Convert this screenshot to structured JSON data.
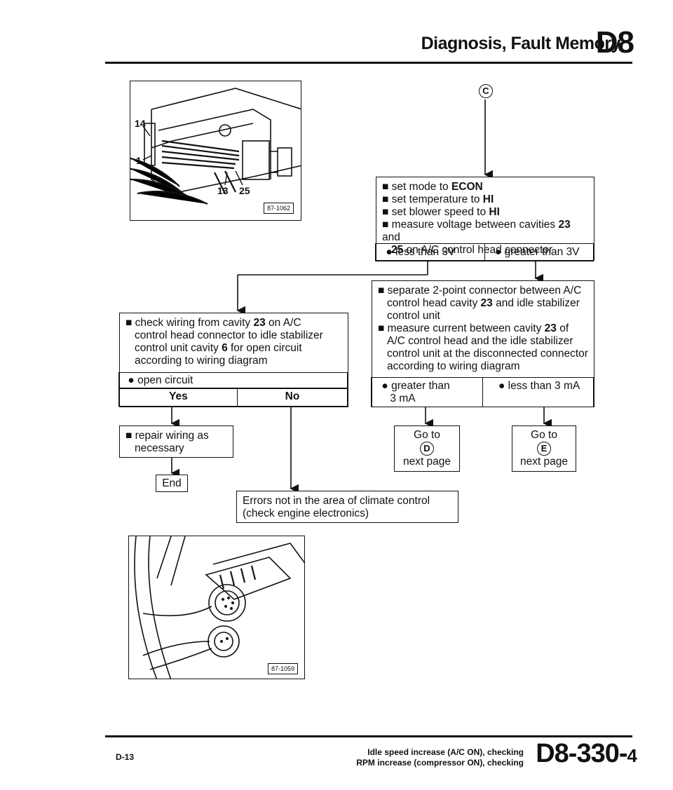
{
  "header": {
    "title": "Diagnosis, Fault Memory",
    "code": "D8"
  },
  "figures": {
    "top": {
      "tag": "87-1062",
      "pin_14": "14",
      "pin_1": "1",
      "pin_13": "13",
      "pin_25": "25"
    },
    "bottom": {
      "tag": "87-1059"
    }
  },
  "connector_c": "C",
  "step_set": {
    "items": [
      [
        "set mode to ",
        "ECON",
        ""
      ],
      [
        "set temperature to ",
        "HI",
        ""
      ],
      [
        "set blower speed to ",
        "HI",
        ""
      ],
      [
        "measure voltage between cavities ",
        "23",
        " and"
      ]
    ],
    "line5_bold": "25",
    "line5": " on A/C control head connector",
    "less": "less than 3V",
    "greater": "greater than 3V"
  },
  "step_check": {
    "l1a": "check wiring from cavity ",
    "l1b": "23",
    "l1c": " on A/C",
    "l2": "control head connector to idle stabilizer",
    "l3a": "control unit cavity ",
    "l3b": "6",
    "l3c": " for open circuit",
    "l4": "according to wiring diagram",
    "open": "open circuit",
    "yes": "Yes",
    "no": "No"
  },
  "step_separate": {
    "l1": "separate 2-point connector between A/C",
    "l2a": "control head cavity ",
    "l2b": "23",
    "l2c": " and idle stabilizer",
    "l3": "control unit",
    "l4a": "measure current between cavity ",
    "l4b": "23",
    "l4c": " of",
    "l5": "A/C control head and the idle stabilizer",
    "l6": "control unit at the disconnected connector",
    "l7": "according to wiring diagram",
    "greater1": "greater than",
    "greater2": "3 mA",
    "less": "less than 3 mA"
  },
  "repair": {
    "l1": "repair wiring as",
    "l2": "necessary"
  },
  "end": "End",
  "goto_d": {
    "l1": "Go to",
    "mark": "D",
    "l2": "next page"
  },
  "goto_e": {
    "l1": "Go to",
    "mark": "E",
    "l2": "next page"
  },
  "errors": {
    "l1": "Errors not in the area of climate control",
    "l2": "(check engine electronics)"
  },
  "footer": {
    "page": "D-13",
    "desc1": "Idle speed increase (A/C ON), checking",
    "desc2": "RPM increase (compressor ON), checking",
    "code": "D8-330-",
    "code_sub": "4"
  }
}
